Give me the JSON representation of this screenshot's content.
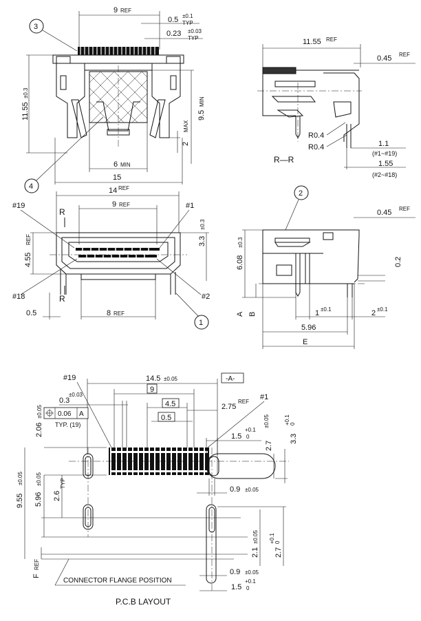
{
  "top_view": {
    "callout_3": "3",
    "callout_4": "4",
    "dim_9": "9",
    "dim_9_ref": "REF",
    "dim_0_5": "0.5",
    "tol_0_1": "±0.1",
    "typ": "TYP",
    "dim_0_23": "0.23",
    "tol_0_03": "±0.03",
    "dim_11_55": "11.55",
    "tol_0_3": "±0.3",
    "dim_9_5": "9.5",
    "min": "MIN",
    "dim_2": "2",
    "max": "MAX",
    "dim_6": "6",
    "dim_15": "15"
  },
  "section_view": {
    "dim_11_55": "11.55",
    "ref": "REF",
    "dim_0_45": "0.45",
    "r04_a": "R0.4",
    "r04_b": "R0.4",
    "section_label": "R—R",
    "dim_1_1": "1.1",
    "pins_1_19": "(#1~#19)",
    "dim_1_55": "1.55",
    "pins_2_18": "(#2~#18)"
  },
  "front_view": {
    "dim_14": "14",
    "ref": "REF",
    "pin_19": "#19",
    "pin_1": "#1",
    "pin_18": "#18",
    "pin_2": "#2",
    "section_R_top": "R",
    "section_R_bottom": "R",
    "dim_9": "9",
    "dim_3_3": "3.3",
    "tol_0_3": "±0.3",
    "dim_4_55": "4.55",
    "dim_0_5": "0.5",
    "dim_8": "8",
    "callout_1": "1"
  },
  "side_view": {
    "callout_2": "2",
    "dim_0_45": "0.45",
    "ref": "REF",
    "dim_6_08": "6.08",
    "tol_0_3": "±0.3",
    "dim_0_2": "0.2",
    "label_A": "A",
    "label_B": "B",
    "dim_1": "1",
    "tol_0_1": "±0.1",
    "dim_2": "2",
    "dim_5_96": "5.96",
    "label_E": "E"
  },
  "pcb_layout": {
    "pin_19": "#19",
    "pin_1": "#1",
    "dim_14_5": "14.5",
    "tol_0_05": "±0.05",
    "datum_A": "-A-",
    "tol_0_03": "±0.03",
    "dim_9_box": "9",
    "dim_0_3": "0.3",
    "dim_4_5_box": "4.5",
    "dim_0_5_box": "0.5",
    "dim_2_75": "2.75",
    "ref": "REF",
    "fcf_position": "0.06",
    "fcf_datum": "A",
    "typ_19": "TYP. (19)",
    "dim_2_06": "2.06",
    "dim_1_5": "1.5",
    "tol_plus_0_1": "+0.1",
    "tol_zero": "0",
    "dim_2_7": "2.7",
    "dim_3_3": "3.3",
    "dim_0_9": "0.9",
    "dim_9_55": "9.55",
    "dim_5_96": "5.96",
    "dim_2_6": "2.6",
    "typ": "TYP",
    "dim_2_1": "2.1",
    "dim_2_7b": "2.7",
    "label_F": "F",
    "flange_label": "CONNECTOR FLANGE POSITION",
    "dim_0_9b": "0.9",
    "dim_1_5b": "1.5",
    "title": "P.C.B LAYOUT"
  }
}
